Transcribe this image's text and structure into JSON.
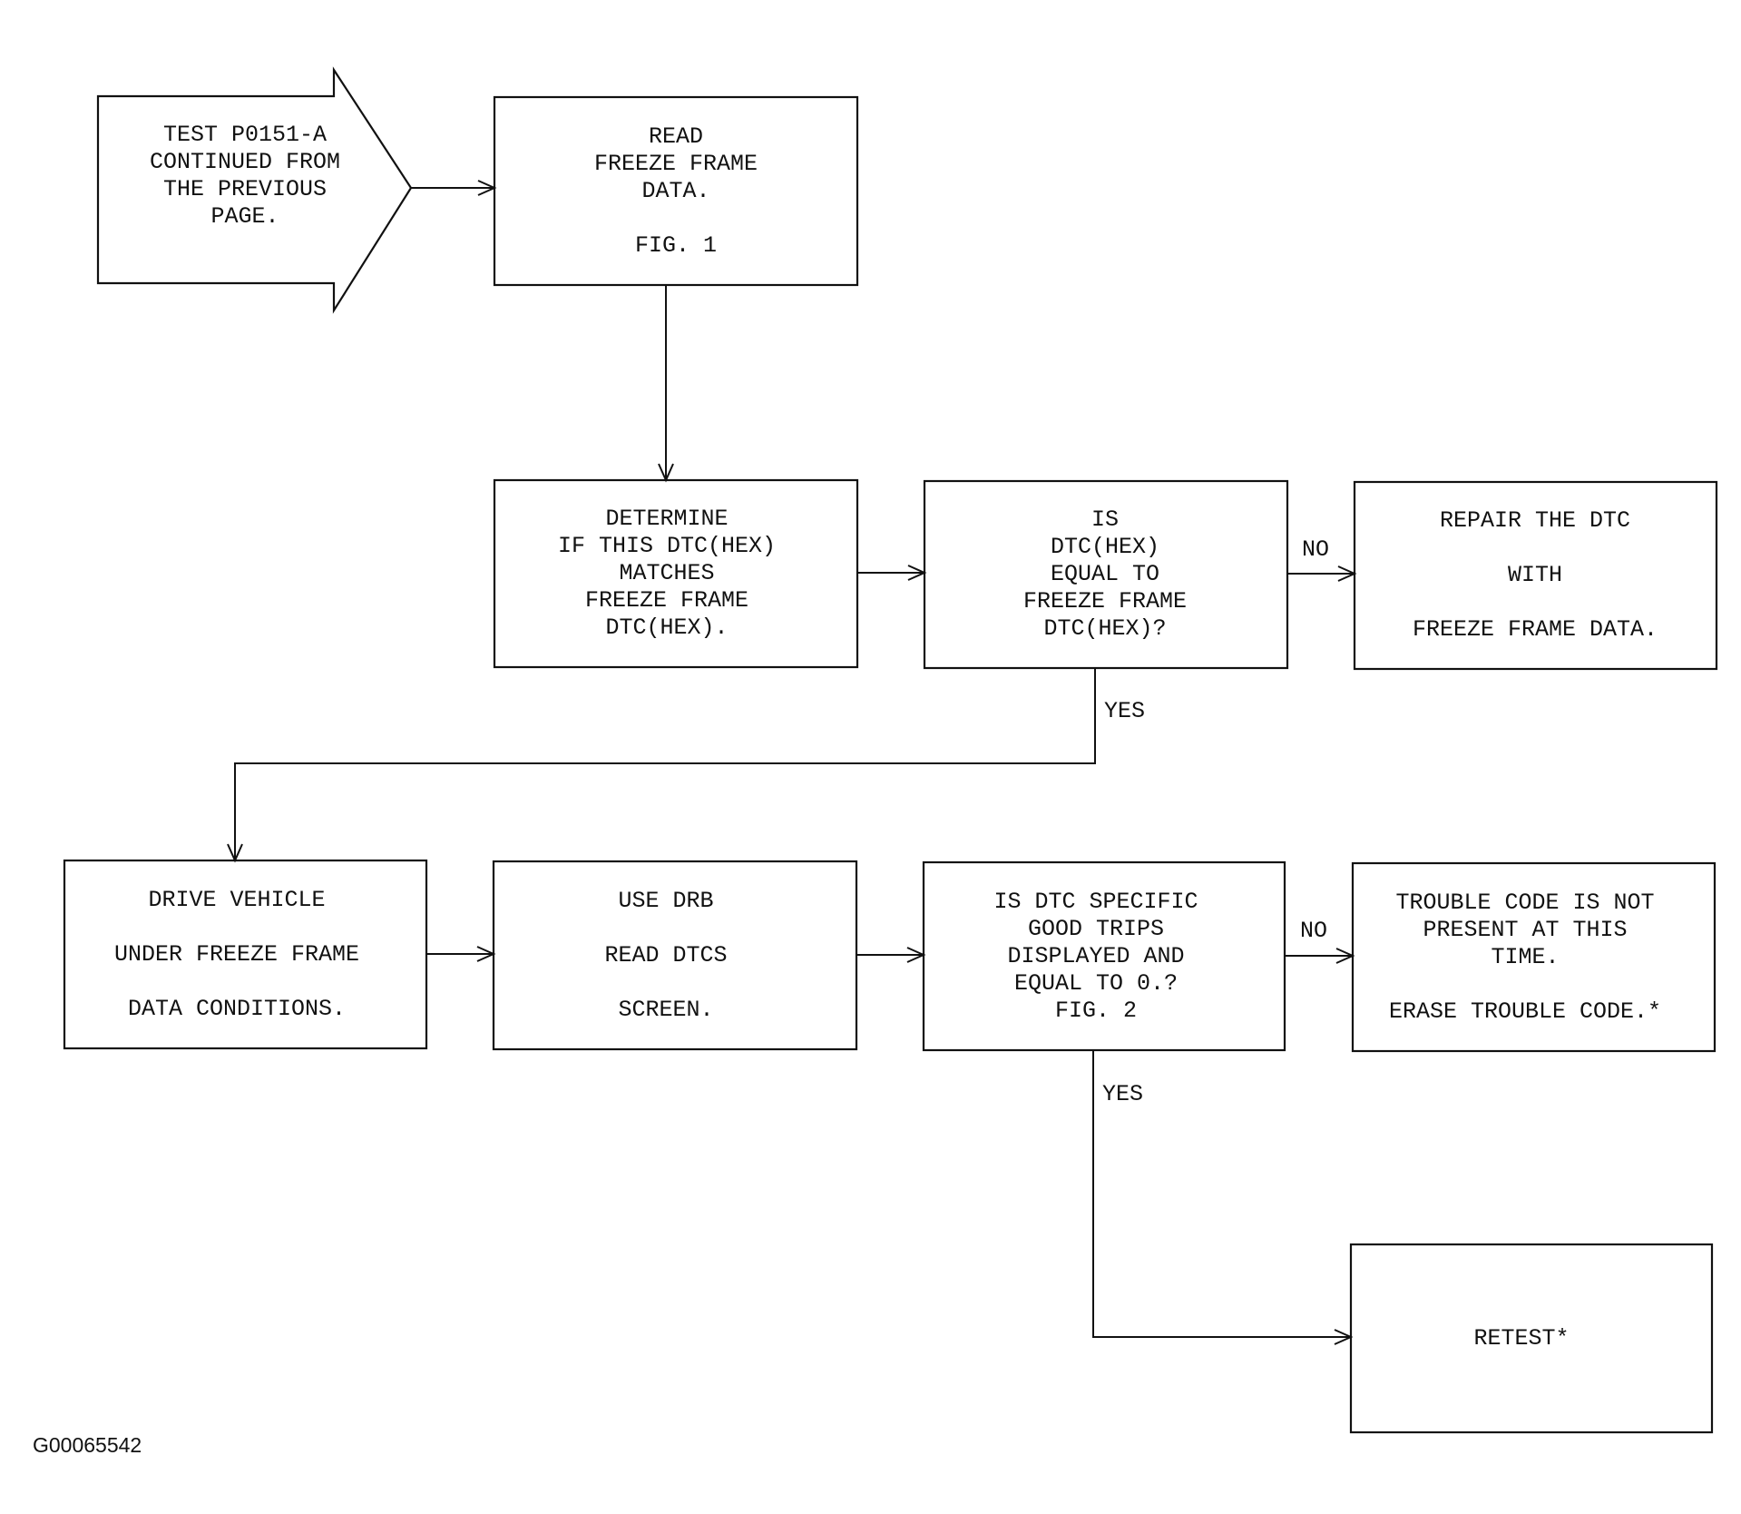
{
  "diagram": {
    "figure_id": "G00065542",
    "nodes": {
      "start": {
        "lines": [
          "TEST P0151-A",
          "CONTINUED FROM",
          "THE PREVIOUS",
          "PAGE."
        ]
      },
      "read_freeze": {
        "lines": [
          "READ",
          "FREEZE FRAME",
          "DATA.",
          "",
          "FIG. 1"
        ]
      },
      "determine": {
        "lines": [
          "DETERMINE",
          "IF THIS DTC(HEX)",
          "MATCHES",
          "FREEZE FRAME",
          "DTC(HEX)."
        ]
      },
      "is_dtc_equal": {
        "lines": [
          "IS",
          "DTC(HEX)",
          "EQUAL TO",
          "FREEZE FRAME",
          "DTC(HEX)?"
        ]
      },
      "repair": {
        "lines": [
          "REPAIR THE DTC",
          "",
          "WITH",
          "",
          "FREEZE FRAME DATA."
        ]
      },
      "drive_vehicle": {
        "lines": [
          "DRIVE VEHICLE",
          "",
          "UNDER FREEZE FRAME",
          "",
          "DATA CONDITIONS."
        ]
      },
      "use_drb": {
        "lines": [
          "USE DRB",
          "",
          "READ DTCS",
          "",
          "SCREEN."
        ]
      },
      "is_good_trips": {
        "lines": [
          "IS DTC SPECIFIC",
          "GOOD TRIPS",
          "DISPLAYED AND",
          "EQUAL TO 0.?",
          "FIG. 2"
        ]
      },
      "not_present": {
        "lines": [
          "TROUBLE CODE IS NOT",
          "PRESENT AT THIS",
          "TIME.",
          "",
          "ERASE TROUBLE CODE.*"
        ]
      },
      "retest": {
        "lines": [
          "RETEST*"
        ]
      }
    },
    "edge_labels": {
      "no_1": "NO",
      "yes_1": "YES",
      "no_2": "NO",
      "yes_2": "YES"
    }
  }
}
